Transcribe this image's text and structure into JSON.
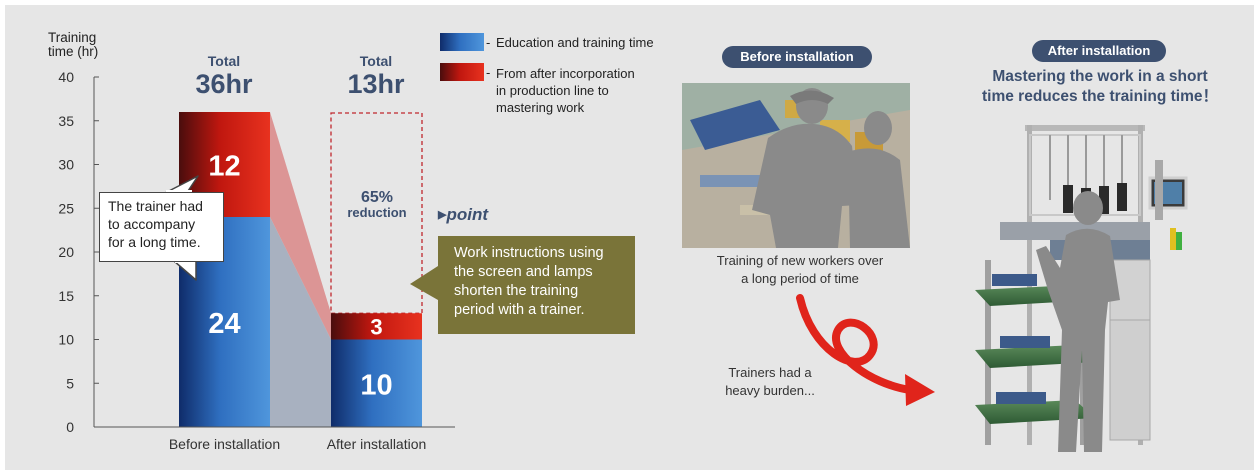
{
  "colors": {
    "background": "#e6e6e6",
    "education_bar": "#2f78c5",
    "incorporation_bar": "#c81e14",
    "badge": "#3d5070",
    "callout": "#7a7439",
    "arrow": "#e0241b",
    "silhouette": "#8a8a8a"
  },
  "chart_data": {
    "type": "bar",
    "stacked": true,
    "ylabel": "Training time (hr)",
    "ylabel_lines": [
      "Training",
      "time (hr)"
    ],
    "ylim": [
      0,
      40
    ],
    "yticks": [
      0,
      5,
      10,
      15,
      20,
      25,
      30,
      35,
      40
    ],
    "categories": [
      "Before installation",
      "After installation"
    ],
    "series": [
      {
        "name": "Education and training time",
        "values": [
          24,
          10
        ]
      },
      {
        "name": "From after incorporation in production line to mastering work",
        "values": [
          12,
          3
        ]
      }
    ],
    "totals": [
      {
        "label": "Total",
        "value": "36hr"
      },
      {
        "label": "Total",
        "value": "13hr"
      }
    ],
    "legend": [
      {
        "prefix": "- ",
        "lines": [
          "Education and training time"
        ]
      },
      {
        "prefix": "- ",
        "lines": [
          "From after incorporation",
          "in production line to",
          "mastering work"
        ]
      }
    ],
    "reduction": {
      "percent": "65%",
      "word": "reduction"
    },
    "grid": false
  },
  "annotations": {
    "trainer_bubble_lines": [
      "The trainer had",
      "to accompany",
      "for a long time."
    ],
    "point_label": "point",
    "callout_lines": [
      "Work instructions using",
      "the screen and lamps",
      "shorten the training",
      "period with a trainer."
    ]
  },
  "scenes": {
    "before": {
      "badge": "Before installation",
      "caption_lines": [
        "Training of new workers over",
        "a long period of time"
      ]
    },
    "burden_lines": [
      "Trainers had a",
      "heavy burden..."
    ],
    "after": {
      "badge": "After installation",
      "headline_lines": [
        "Mastering the work in a short",
        "time reduces the training time！"
      ]
    }
  }
}
